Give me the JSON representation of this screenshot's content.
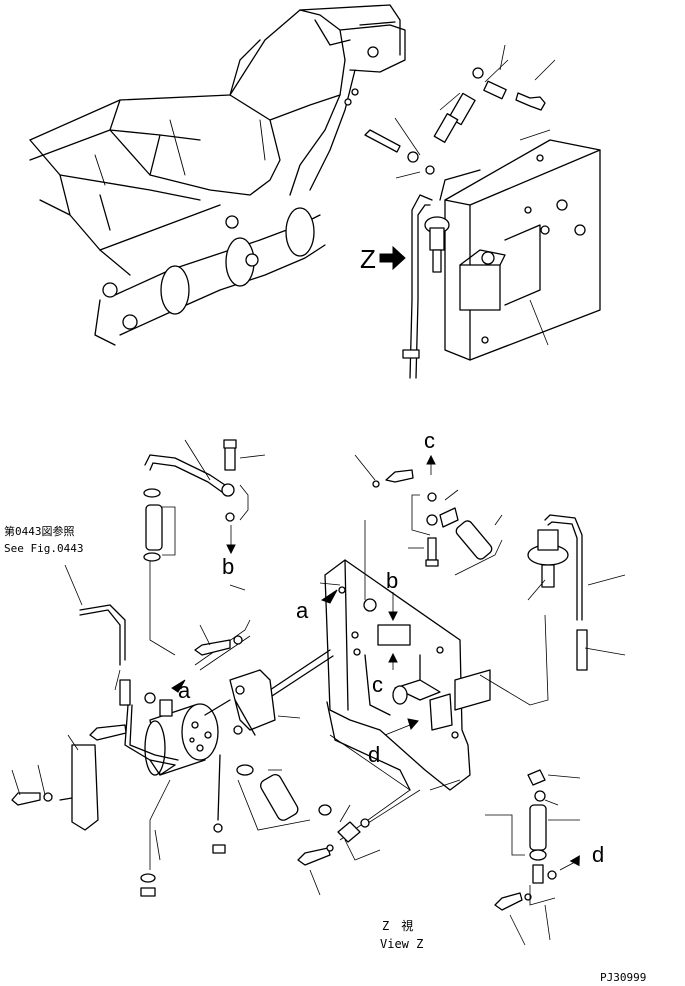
{
  "callouts": {
    "view_z_arrow": "Z",
    "a_top": "a",
    "a_mid": "a",
    "b_top": "b",
    "b_mid": "b",
    "c_top": "c",
    "c_mid": "c",
    "d_right": "d",
    "d_mid": "d"
  },
  "reference": {
    "line1": "第0443図参照",
    "line2": "See Fig.0443"
  },
  "view_caption": {
    "jp": "Z　視",
    "en": "View Z"
  },
  "drawing_code": "PJ30999"
}
